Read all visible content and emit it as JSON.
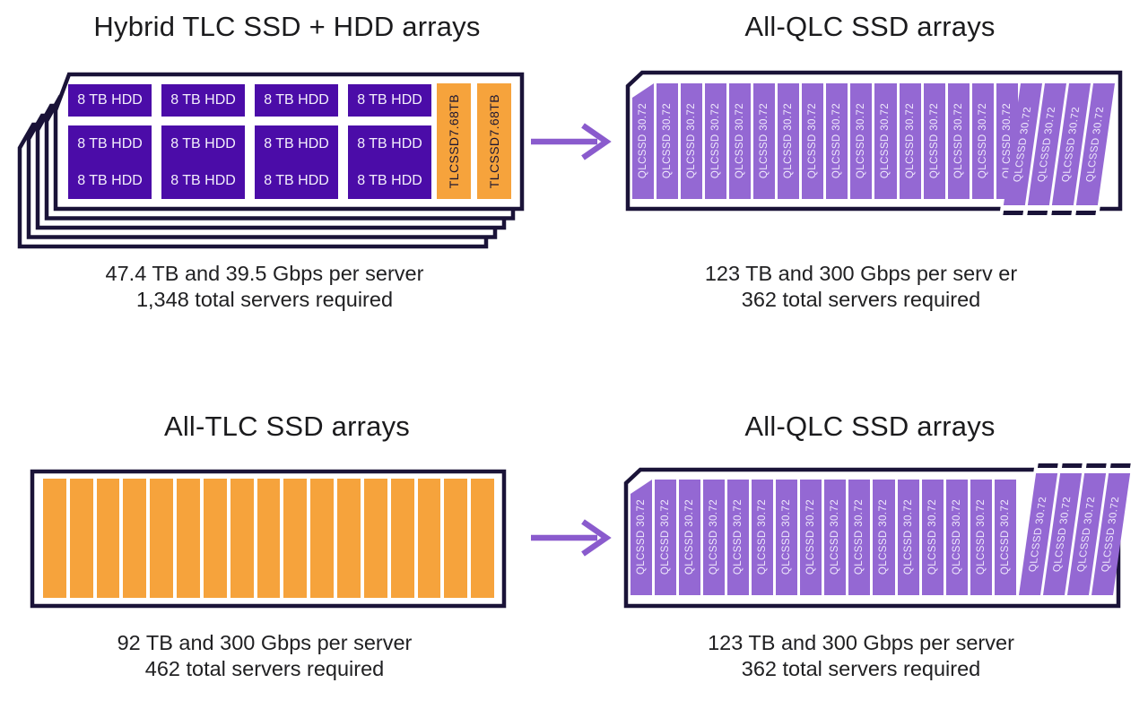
{
  "colors": {
    "outline_navy": "#1A1338",
    "hdd_purple": "#4B0CA8",
    "qlc_purple": "#9468D3",
    "tlc_orange": "#F6A33C",
    "arrow_purple": "#8A5BCD",
    "text": "#1D1D1F"
  },
  "panels": {
    "hybrid": {
      "title": "Hybrid TLC SSD + HDD arrays",
      "stack_layers": 5,
      "hdd_columns": 4,
      "hdd_rows_per_column": 3,
      "hdd_label": "8 TB HDD",
      "tlc_count": 2,
      "tlc_label": "TLCSSD7.68TB",
      "caption_line1": "47.4 TB and 39.5 Gbps per server",
      "caption_line2": "1,348 total servers required"
    },
    "qlc_top": {
      "title": "All-QLC SSD arrays",
      "strip_count": 20,
      "strip_label": "QLCSSD 30.72",
      "caption_line1": "123 TB and 300 Gbps per serv er",
      "caption_line2": "362 total servers required"
    },
    "tlc_bottom": {
      "title": "All-TLC SSD arrays",
      "strip_count": 17,
      "strip_label": "",
      "caption_line1": "92 TB and 300 Gbps per server",
      "caption_line2": "462 total servers required"
    },
    "qlc_bottom": {
      "title": "All-QLC SSD arrays",
      "strip_count": 20,
      "strip_label": "QLCSSD 30.72",
      "caption_line1": "123 TB and 300 Gbps per server",
      "caption_line2": "362 total servers required"
    }
  },
  "icons": {
    "arrow_top": "right-arrow",
    "arrow_bottom": "right-arrow"
  }
}
